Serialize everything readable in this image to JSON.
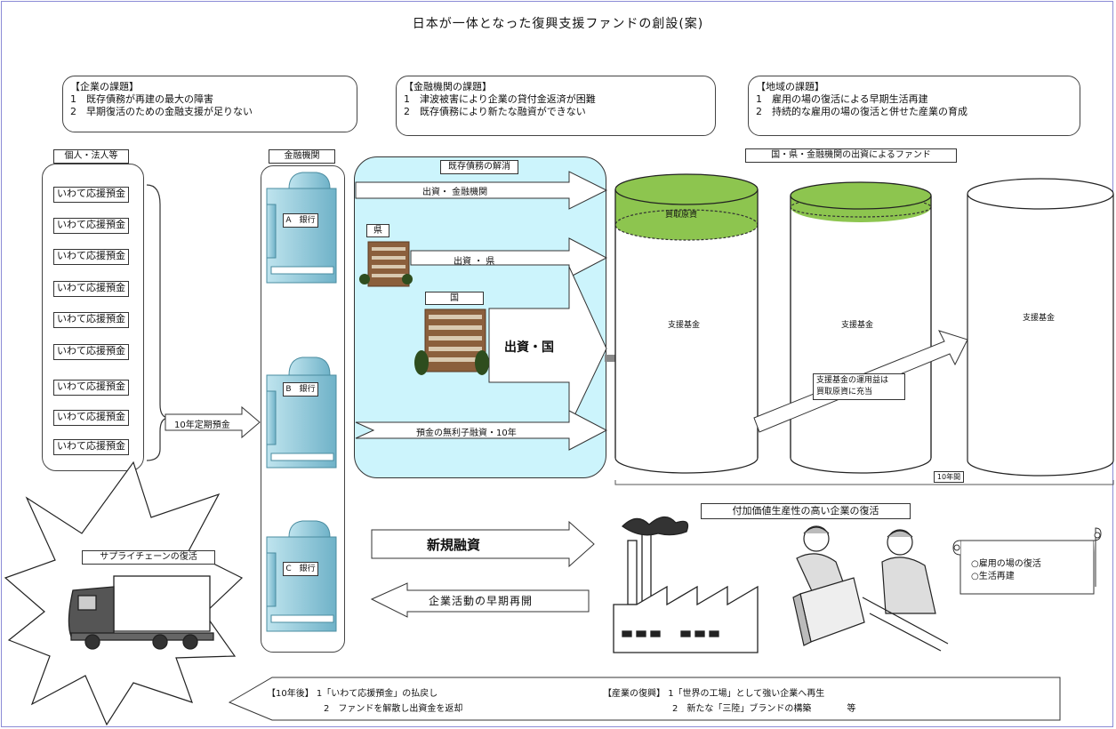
{
  "title": "日本が一体となった復興支援ファンドの創設(案)",
  "issues": {
    "company": {
      "heading": "【企業の課題】",
      "items": [
        "1　既存債務が再建の最大の障害",
        "2　早期復活のための金融支援が足りない"
      ]
    },
    "finance": {
      "heading": "【金融機関の課題】",
      "items": [
        "1　津波被害により企業の貸付金返済が困難",
        "2　既存債務により新たな融資ができない"
      ]
    },
    "region": {
      "heading": "【地域の課題】",
      "items": [
        "1　雇用の場の復活による早期生活再建",
        "2　持続的な雇用の場の復活と併せた産業の育成"
      ]
    }
  },
  "depositors": {
    "heading": "個人・法人等",
    "items": [
      "いわて応援預金",
      "いわて応援預金",
      "いわて応援預金",
      "いわて応援預金",
      "いわて応援預金",
      "いわて応援預金",
      "いわて応援預金",
      "いわて応援預金",
      "いわて応援預金"
    ],
    "arrow_label": "10年定期預金"
  },
  "banks": {
    "heading": "金融機関",
    "items": [
      "A　銀行",
      "B　銀行",
      "C　銀行"
    ]
  },
  "debt_resolution": {
    "heading": "既存債務の解消",
    "flow_finance": "出資・ 金融機関",
    "pref_label": "県",
    "flow_pref": "出資 ・ 県",
    "nation_label": "国",
    "flow_nation": "出資・国",
    "flow_deposit": "預金の無利子融資・10年"
  },
  "fund": {
    "heading": "国・県・金融機関の出資によるファンド",
    "buy_capital": "買取原資",
    "support_fund": [
      "支援基金",
      "支援基金",
      "支援基金"
    ],
    "note": [
      "支援基金の運用益は",
      "買取原資に充当"
    ],
    "period": "10年間"
  },
  "revival": {
    "heading": "付加価値生産性の高い企業の復活",
    "new_loan": "新規融資",
    "restart": "企業活動の早期再開",
    "scroll": [
      "○雇用の場の復活",
      "○生活再建"
    ]
  },
  "supply_chain": "サプライチェーンの復活",
  "bottom": {
    "after10_head": "【10年後】",
    "after10_items": [
      "1「いわて応援預金」の払戻し",
      "2　ファンドを解散し出資金を返却"
    ],
    "industry_head": "【産業の復興】",
    "industry_items": [
      "1「世界の工場」として強い企業へ再生",
      "2　新たな「三陸」ブランドの構築"
    ],
    "etc": "等"
  }
}
